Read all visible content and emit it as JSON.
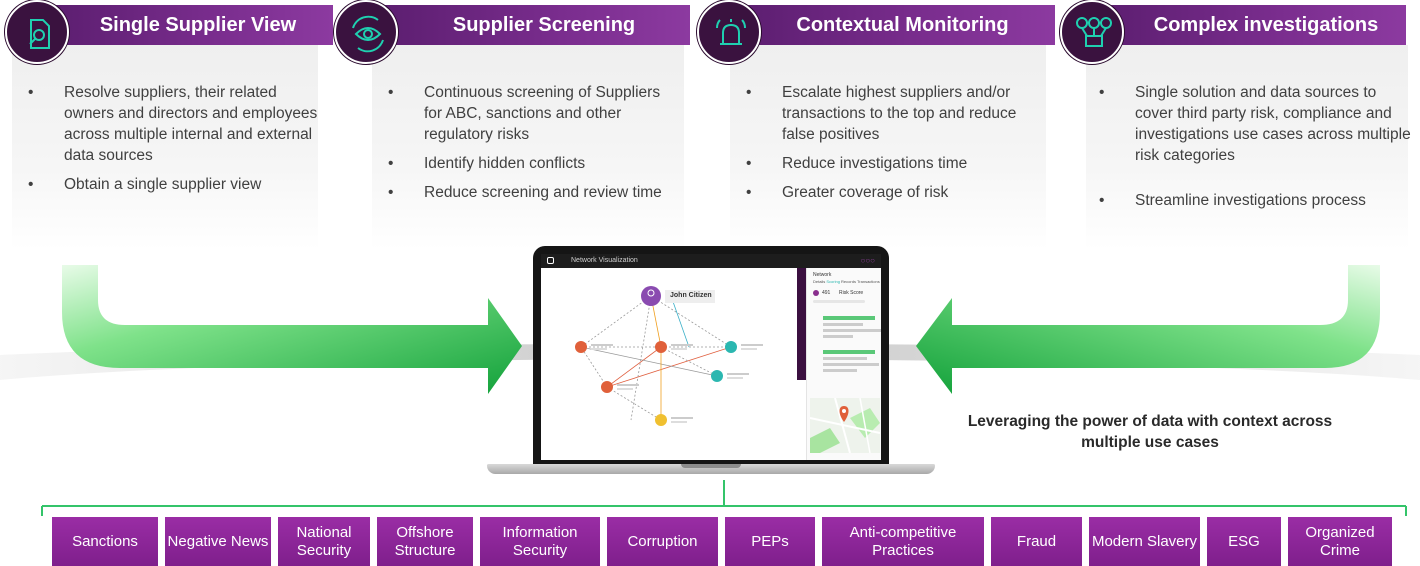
{
  "cards": [
    {
      "title": "Single Supplier View",
      "icon": "document-search-icon",
      "bullets": [
        "Resolve suppliers, their related owners and directors and employees across multiple internal and external data sources",
        "Obtain a single supplier view"
      ]
    },
    {
      "title": "Supplier Screening",
      "icon": "eye-refresh-icon",
      "bullets": [
        "Continuous screening of Suppliers for ABC, sanctions and other regulatory risks",
        "Identify hidden conflicts",
        "Reduce screening and review time"
      ]
    },
    {
      "title": "Contextual Monitoring",
      "icon": "bell-alert-icon",
      "bullets": [
        "Escalate highest suppliers and/or transactions to the top and reduce false positives",
        "Reduce investigations time",
        "Greater coverage of risk"
      ]
    },
    {
      "title": "Complex investigations",
      "icon": "network-people-icon",
      "bullets": [
        "Single solution and data sources to cover third party risk, compliance and investigations use cases across multiple risk categories",
        "Streamline investigations process"
      ]
    }
  ],
  "laptop": {
    "app_title": "Network Visualization",
    "node_main": "John Citizen",
    "panel_title": "Network",
    "tabs": [
      "Details",
      "Scoring",
      "Records",
      "Transactions"
    ],
    "risk_value": "491",
    "risk_label": "Risk Score"
  },
  "tagline": "Leveraging the power of data with context across multiple use cases",
  "categories": [
    "Sanctions",
    "Negative News",
    "National Security",
    "Offshore Structure",
    "Information Security",
    "Corruption",
    "PEPs",
    "Anti-competitive Practices",
    "Fraud",
    "Modern Slavery",
    "ESG",
    "Organized Crime"
  ],
  "colors": {
    "purple_header": "#6e2585",
    "circle": "#3a123f",
    "category": "#8c269a",
    "green": "#22c55e",
    "bracket": "#34c46a"
  }
}
